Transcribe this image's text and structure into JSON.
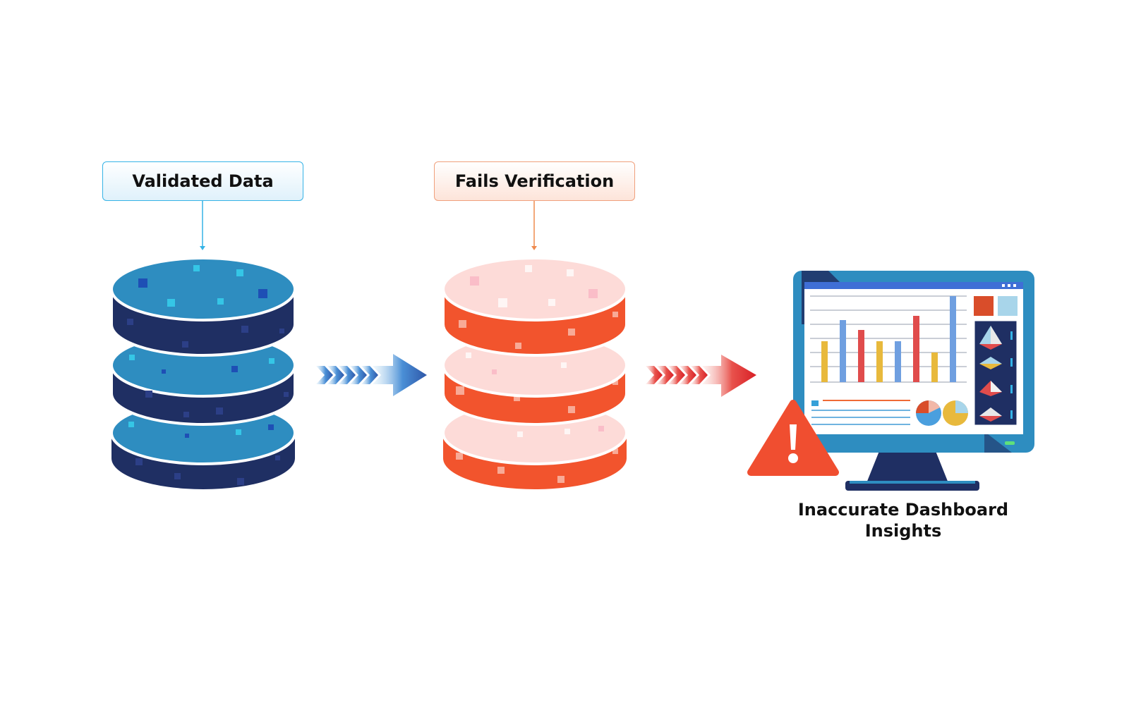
{
  "labels": {
    "validated": "Validated Data",
    "fails": "Fails Verification",
    "result": "Inaccurate Dashboard Insights"
  },
  "colors": {
    "blue_dark": "#1f2f63",
    "blue_top": "#2e8dc0",
    "blue_accent": "#35b3e6",
    "red_body": "#f2542d",
    "red_top": "#fddbd8",
    "orange_accent": "#ef8a4e",
    "warning": "#f04e30",
    "monitor_frame": "#2e8dc0",
    "monitor_stand": "#1f2f63"
  },
  "icons": [
    "blue-database-icon",
    "red-database-icon",
    "blue-flow-arrow-icon",
    "red-flow-arrow-icon",
    "monitor-dashboard-icon",
    "warning-icon"
  ]
}
